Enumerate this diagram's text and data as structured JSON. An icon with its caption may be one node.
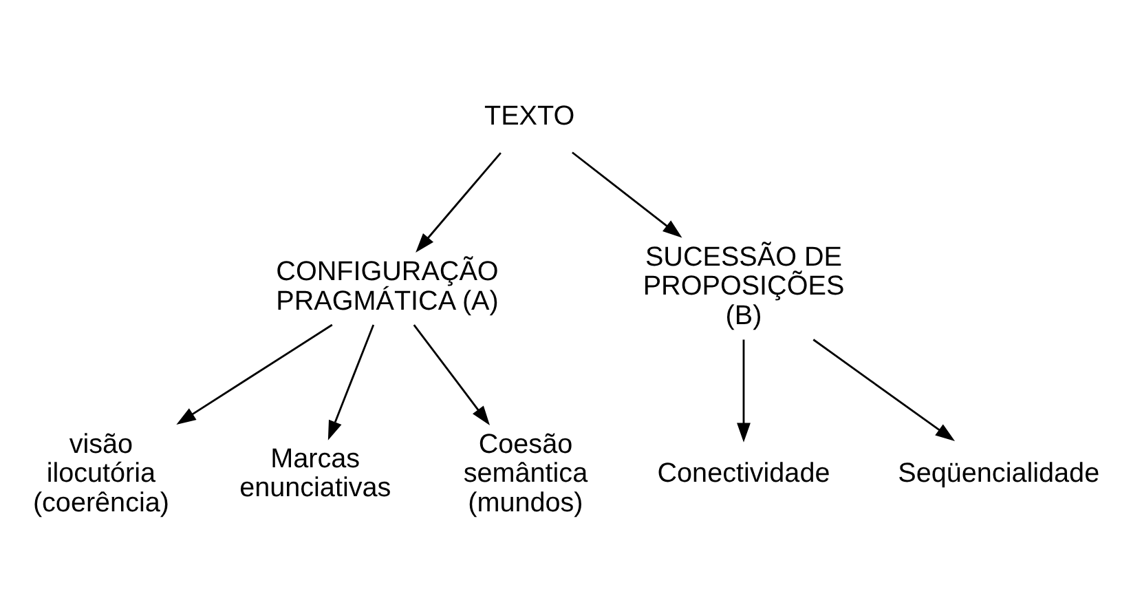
{
  "diagram": {
    "nodes": [
      {
        "text": [
          "TEXTO"
        ]
      },
      {
        "text": [
          "CONFIGURAÇÃO PRAGMÁTICA (A)"
        ]
      },
      {
        "text": [
          "SUCESSÃO DE PROPOSIÇÕES (B)"
        ]
      },
      {
        "text": [
          "visão ilocutória (coerência)"
        ]
      },
      {
        "text": [
          "Marcas enunciativas"
        ]
      },
      {
        "text": [
          "Coesão semântica (mundos)"
        ]
      },
      {
        "text": [
          "Conectividade"
        ]
      },
      {
        "text": [
          "Seqüencialidade"
        ]
      }
    ],
    "edges": [
      {
        "from": 0,
        "to": 1,
        "arrow": "to"
      },
      {
        "from": 0,
        "to": 2,
        "arrow": "to"
      },
      {
        "from": 1,
        "to": 3,
        "arrow": "to"
      },
      {
        "from": 1,
        "to": 4,
        "arrow": "to"
      },
      {
        "from": 1,
        "to": 5,
        "arrow": "to"
      },
      {
        "from": 2,
        "to": 6,
        "arrow": "to"
      },
      {
        "from": 2,
        "to": 7,
        "arrow": "to"
      }
    ]
  }
}
